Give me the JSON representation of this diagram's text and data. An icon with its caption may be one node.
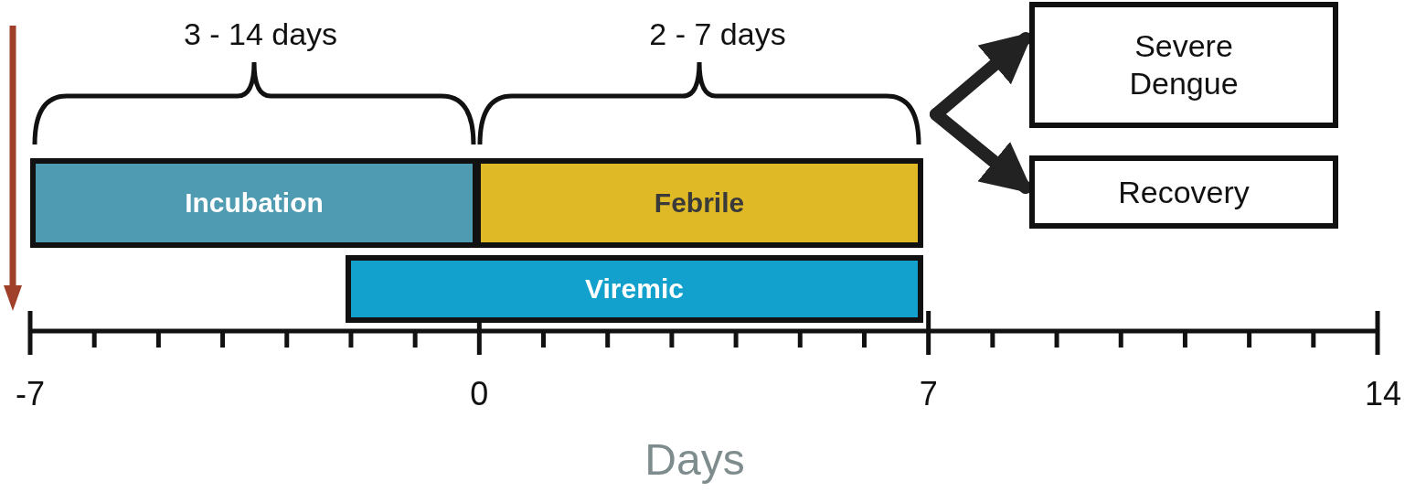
{
  "diagram": {
    "nodes": [
      {
        "text": [
          "Incubation"
        ]
      },
      {
        "text": [
          "Febrile"
        ]
      },
      {
        "text": [
          "Viremic"
        ]
      },
      {
        "text": [
          "Severe Dengue"
        ]
      },
      {
        "text": [
          "Recovery"
        ]
      }
    ],
    "edges": [
      {
        "from": null,
        "to": 3,
        "arrow": "to"
      },
      {
        "from": null,
        "to": 4,
        "arrow": "to"
      }
    ],
    "labels": [
      "3 - 14 days",
      "2 - 7 days",
      "-7",
      "0",
      "7",
      "14",
      "Days"
    ]
  }
}
